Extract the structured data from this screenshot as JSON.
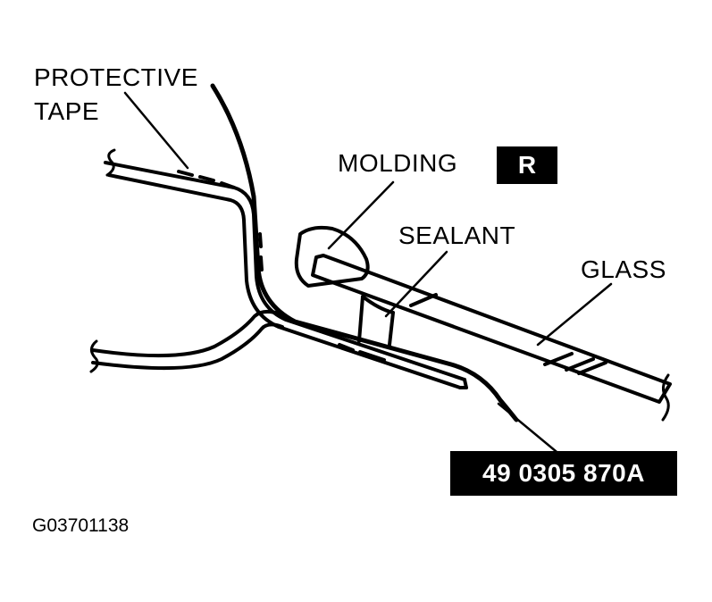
{
  "labels": {
    "protective_line1": "PROTECTIVE",
    "protective_line2": "TAPE",
    "molding": "MOLDING",
    "sealant": "SEALANT",
    "glass": "GLASS"
  },
  "badge": "R",
  "part_number": "49 0305 870A",
  "figure_code": "G03701138",
  "colors": {
    "ink": "#000000",
    "paper": "#ffffff"
  }
}
